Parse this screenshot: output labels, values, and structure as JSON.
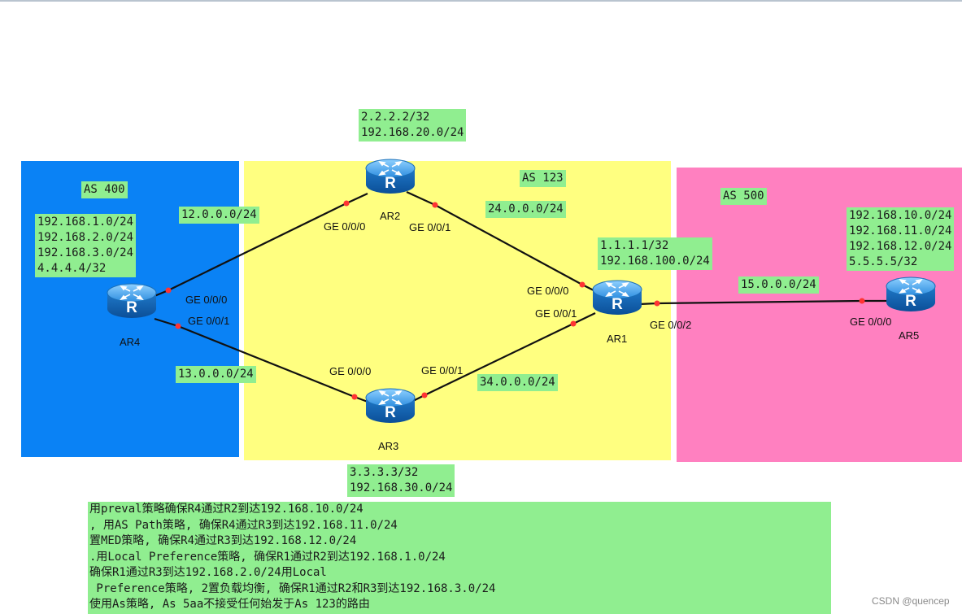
{
  "zones": {
    "as400": {
      "label": "AS 400",
      "color": "#0a82f5"
    },
    "as123": {
      "label": "AS 123",
      "color": "#ffff80"
    },
    "as500": {
      "label": "AS 500",
      "color": "#ff80c0"
    }
  },
  "routers": {
    "ar1": {
      "name": "AR1"
    },
    "ar2": {
      "name": "AR2"
    },
    "ar3": {
      "name": "AR3"
    },
    "ar4": {
      "name": "AR4"
    },
    "ar5": {
      "name": "AR5"
    }
  },
  "addresses": {
    "ar2": [
      "2.2.2.2/32",
      "192.168.20.0/24"
    ],
    "ar3": [
      "3.3.3.3/32",
      "192.168.30.0/24"
    ],
    "ar4": [
      "192.168.1.0/24",
      "192.168.2.0/24",
      "192.168.3.0/24",
      "4.4.4.4/32"
    ],
    "ar1": [
      "1.1.1.1/32",
      "192.168.100.0/24"
    ],
    "ar5": [
      "192.168.10.0/24",
      "192.168.11.0/24",
      "192.168.12.0/24",
      "5.5.5.5/32"
    ]
  },
  "links": {
    "ar4_ar2": "12.0.0.0/24",
    "ar4_ar3": "13.0.0.0/24",
    "ar2_ar1": "24.0.0.0/24",
    "ar3_ar1": "34.0.0.0/24",
    "ar1_ar5": "15.0.0.0/24"
  },
  "interfaces": {
    "ar4_g0": "GE 0/0/0",
    "ar4_g1": "GE 0/0/1",
    "ar2_g0": "GE 0/0/0",
    "ar2_g1": "GE 0/0/1",
    "ar3_g0": "GE 0/0/0",
    "ar3_g1": "GE 0/0/1",
    "ar1_g0": "GE 0/0/0",
    "ar1_g1": "GE 0/0/1",
    "ar1_g2": "GE 0/0/2",
    "ar5_g0": "GE 0/0/0"
  },
  "requirements": [
    "用preval策略确保R4通过R2到达192.168.10.0/24",
    ", 用AS Path策略, 确保R4通过R3到达192.168.11.0/24",
    "置MED策略, 确保R4通过R3到达192.168.12.0/24",
    ".用Local Preference策略, 确保R1通过R2到达192.168.1.0/24",
    "确保R1通过R3到达192.168.2.0/24用Local",
    " Preference策略, 2置负载均衡, 确保R1通过R2和R3到达192.168.3.0/24",
    "使用As策略, As 5aa不接受任何始发于As 123的路由"
  ],
  "watermark": "CSDN @quencep",
  "colors": {
    "label_bg": "#90ee90",
    "link": "#111111",
    "port_dot": "#ff3333",
    "router": "#1f78c8"
  }
}
